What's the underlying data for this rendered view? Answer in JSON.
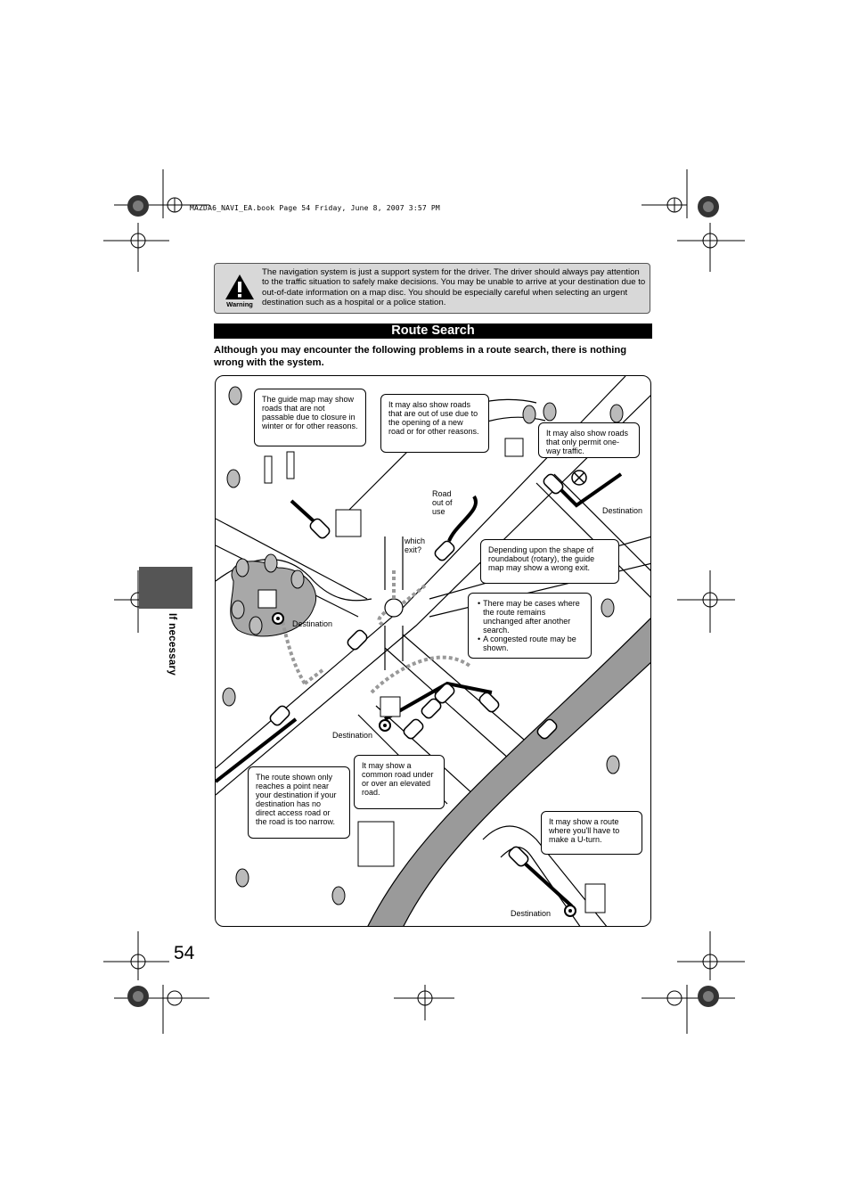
{
  "print_header": "MAZDA6_NAVI_EA.book  Page 54  Friday, June 8, 2007  3:57 PM",
  "warning": {
    "icon_label": "Warning",
    "text": "The navigation system is just a support system for the driver. The driver should always pay attention to the traffic situation to safely make decisions. You may be unable to arrive at your destination due to out-of-date information on a map disc. You should be especially careful when selecting an urgent destination such as a hospital or a police station."
  },
  "section_title": "Route Search",
  "intro": "Although you may encounter the following problems in a route search, there is nothing wrong with the system.",
  "side_tab_label": "If necessary",
  "page_number": "54",
  "diagram": {
    "callouts": {
      "closure": "The guide map may show roads that are not passable due to closure in winter or for other reasons.",
      "out_of_use": "It may also show roads that are out of use due to the opening of a new road or for other reasons.",
      "one_way": "It may also show roads that only permit one-way traffic.",
      "roundabout": "Depending upon the shape of roundabout (rotary), the guide map may show a wrong exit.",
      "unchanged_1": "There may be cases where the route remains unchanged after another search.",
      "unchanged_2": "A congested route may be shown.",
      "elevated": "It may show a common road under or over an elevated road.",
      "no_access": "The route shown only reaches a point near your destination if your destination has no direct access road or the road is too narrow.",
      "u_turn": "It may show a route where you'll have to make a U-turn."
    },
    "labels": {
      "road_out_of_use": "Road out of use",
      "which_exit": "which exit?",
      "destination": "Destination"
    }
  }
}
